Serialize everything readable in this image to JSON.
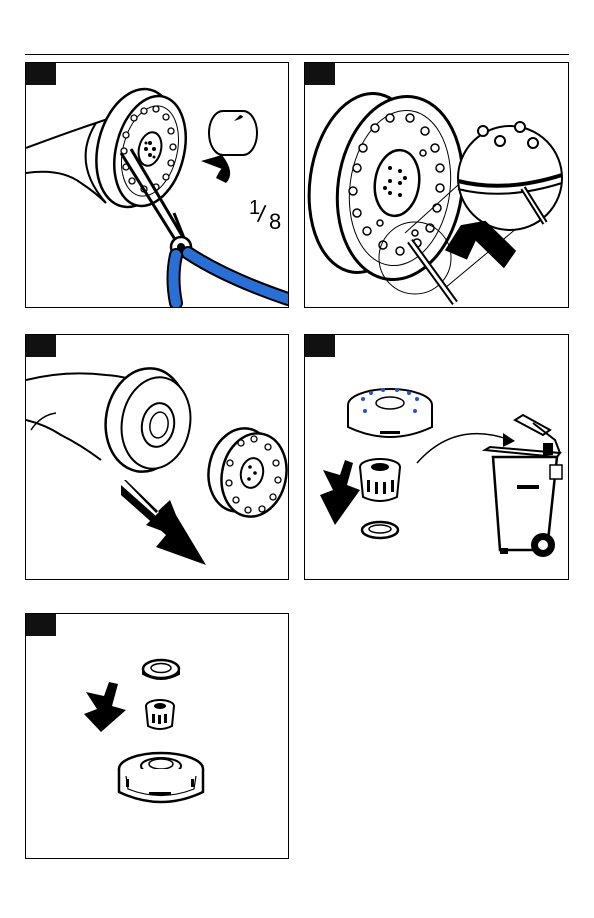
{
  "page": {
    "background": "#ffffff"
  },
  "colors": {
    "ink": "#000000",
    "hose_blue": "#2a6fd6",
    "dot_blue": "#2255cc"
  },
  "panels": [
    {
      "id": "step-1",
      "badge_icon": "step-badge",
      "label": "",
      "rotation": {
        "numerator": "1",
        "denominator": "8"
      }
    },
    {
      "id": "step-2",
      "badge_icon": "step-badge",
      "label": ""
    },
    {
      "id": "step-3",
      "badge_icon": "step-badge",
      "label": ""
    },
    {
      "id": "step-4",
      "badge_icon": "step-badge",
      "label": ""
    },
    {
      "id": "step-5",
      "badge_icon": "step-badge",
      "label": ""
    }
  ]
}
